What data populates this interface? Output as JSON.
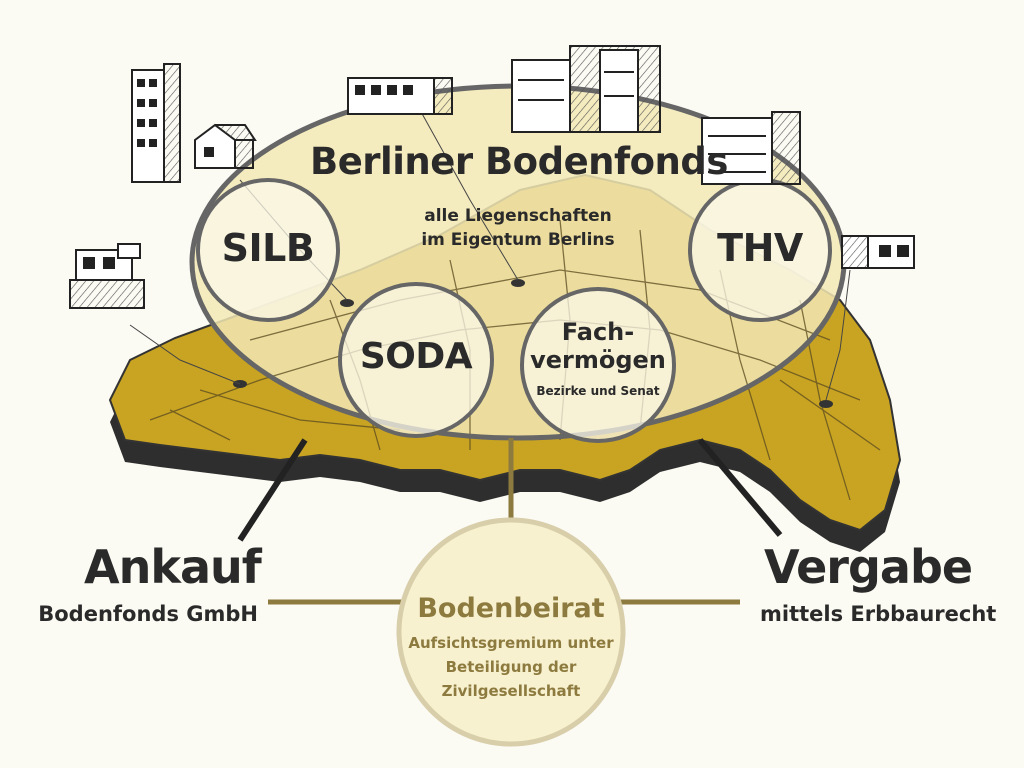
{
  "title": "Berliner Bodenfonds",
  "center_text": {
    "line1": "alle Liegenschaften",
    "line2": "im Eigentum Berlins"
  },
  "circles": {
    "silb": "SILB",
    "thv": "THV",
    "soda": "SODA",
    "fach_line1": "Fach-",
    "fach_line2": "vermögen",
    "fach_sub": "Bezirke und Senat"
  },
  "left": {
    "title": "Ankauf",
    "subtitle": "Bodenfonds GmbH"
  },
  "right": {
    "title": "Vergabe",
    "subtitle": "mittels Erbbaurecht"
  },
  "board": {
    "title": "Bodenbeirat",
    "line1": "Aufsichtsgremium unter",
    "line2": "Beteiligung der",
    "line3": "Zivilgesellschaft"
  },
  "colors": {
    "map_dark": "#c9a422",
    "map_light": "#f2e8b4",
    "board_gold": "#8d7a3e",
    "board_fill": "#f7f1cf",
    "ink": "#2a2a2a"
  }
}
